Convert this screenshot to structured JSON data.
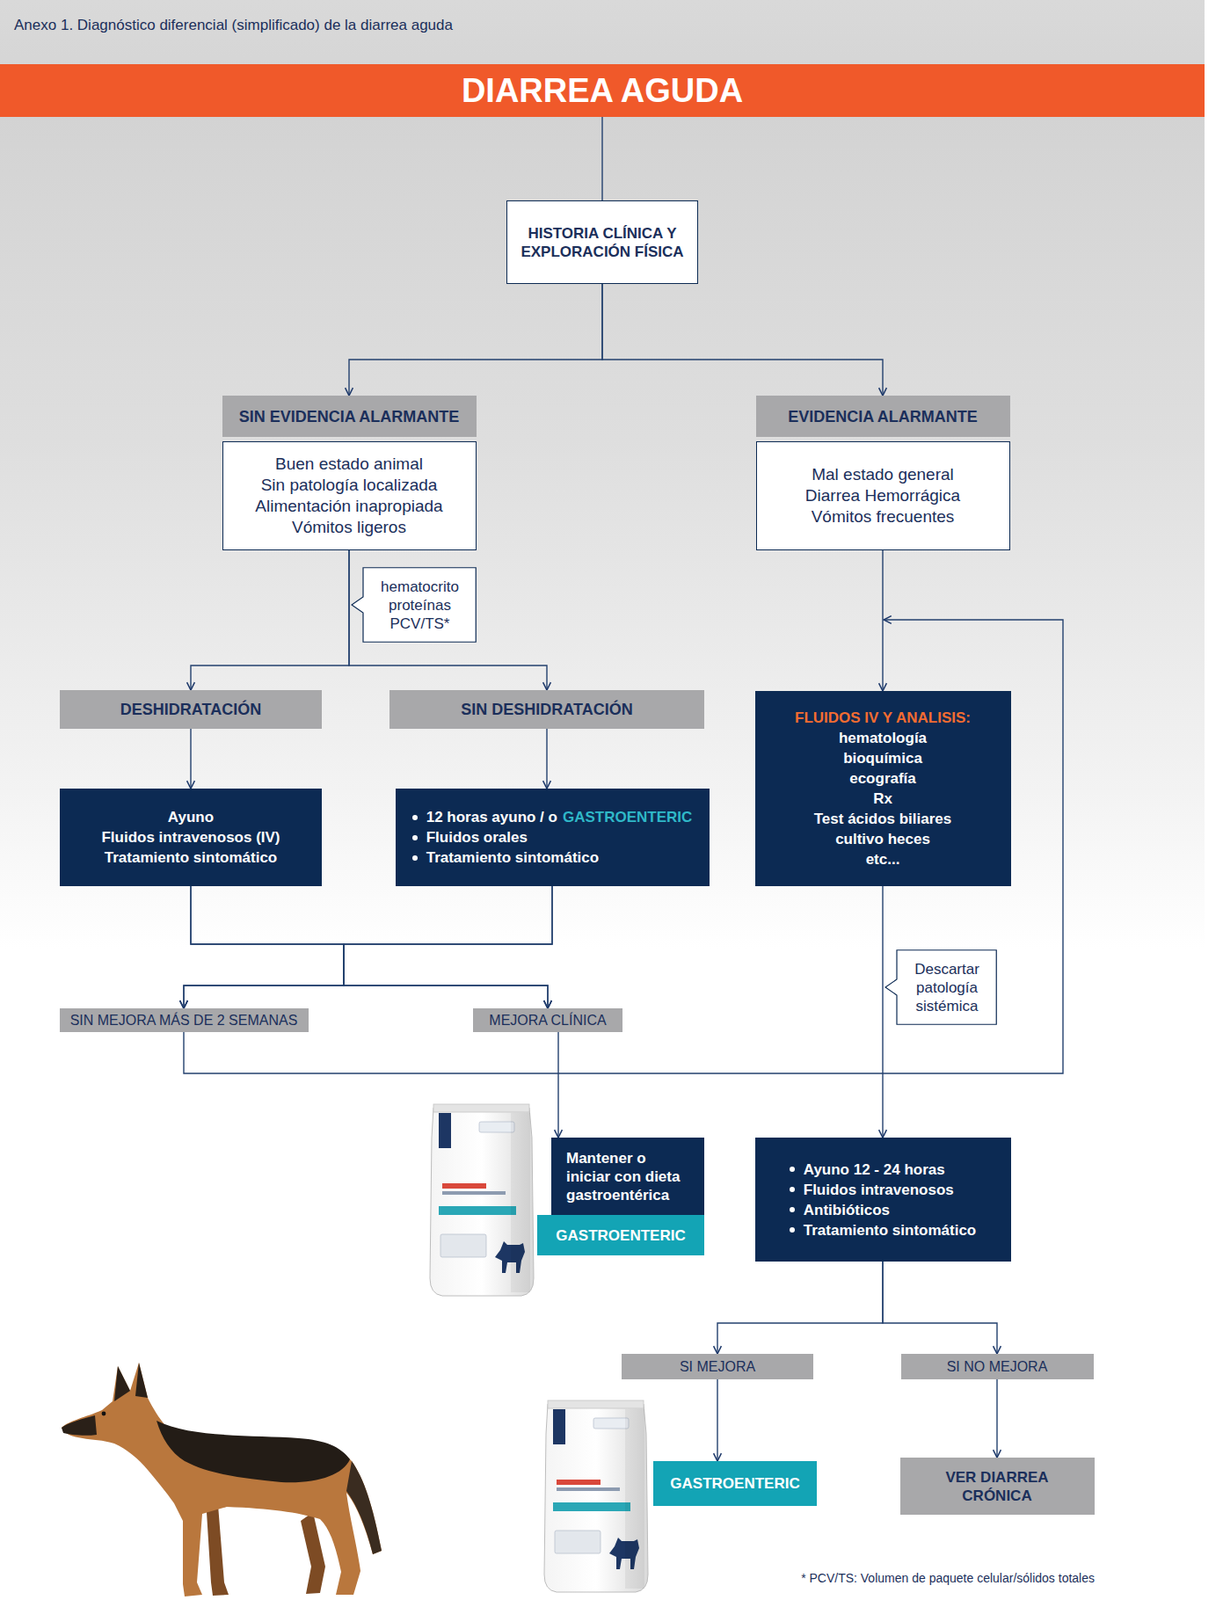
{
  "diagram": {
    "title": "Anexo 1. Diagnóstico diferencial (simplificado) de la diarrea aguda",
    "nodes": [
      {
        "text": [
          "DIARREA AGUDA"
        ]
      },
      {
        "text": [
          "HISTORIA CLÍNICA Y EXPLORACIÓN FÍSICA"
        ]
      },
      {
        "text": [
          "SIN EVIDENCIA ALARMANTE",
          "Buen estado animal",
          "Sin patología localizada",
          "Alimentación inapropiada",
          "Vómitos ligeros"
        ]
      },
      {
        "text": [
          "EVIDENCIA ALARMANTE",
          "Mal estado general",
          "Diarrea Hemorrágica",
          "Vómitos frecuentes"
        ]
      },
      {
        "text": [
          "hematocrito proteínas PCV/TS*"
        ]
      },
      {
        "text": [
          "DESHIDRATACIÓN"
        ]
      },
      {
        "text": [
          "SIN DESHIDRATACIÓN"
        ]
      },
      {
        "text": [
          "FLUIDOS IV Y ANALISIS:",
          "hematología",
          "bioquímica",
          "ecografía",
          "Rx",
          "Test ácidos biliares",
          "cultivo heces",
          "etc..."
        ]
      },
      {
        "text": [
          "Ayuno",
          "Fluidos intravenosos (IV)",
          "Tratamiento sintomático"
        ]
      },
      {
        "text": [
          "12 horas ayuno / o",
          "GASTROENTERIC",
          "Fluidos orales",
          "Tratamiento sintomático"
        ]
      },
      {
        "text": [
          "Descartar patología sistémica"
        ]
      },
      {
        "text": [
          "SIN MEJORA MÁS DE 2 SEMANAS"
        ]
      },
      {
        "text": [
          "MEJORA CLÍNICA"
        ]
      },
      {
        "text": [
          "Mantener o iniciar con dieta gastroentérica"
        ]
      },
      {
        "text": [
          "GASTROENTERIC"
        ]
      },
      {
        "text": [
          "Ayuno 12 - 24 horas",
          "Fluidos intravenosos",
          "Antibióticos",
          "Tratamiento sintomático"
        ]
      },
      {
        "text": [
          "SI MEJORA"
        ]
      },
      {
        "text": [
          "SI NO MEJORA"
        ]
      },
      {
        "text": [
          "GASTROENTERIC"
        ]
      },
      {
        "text": [
          "VER DIARREA CRÓNICA"
        ]
      }
    ],
    "edges": [
      {
        "from": 0,
        "to": 1,
        "arrow": "none"
      },
      {
        "from": 1,
        "to": 2,
        "arrow": "to"
      },
      {
        "from": 1,
        "to": 3,
        "arrow": "to"
      },
      {
        "from": 2,
        "to": 5,
        "arrow": "to"
      },
      {
        "from": 2,
        "to": 6,
        "arrow": "to"
      },
      {
        "from": 3,
        "to": 7,
        "arrow": "to"
      },
      {
        "from": 5,
        "to": 8,
        "arrow": "to"
      },
      {
        "from": 6,
        "to": 9,
        "arrow": "to"
      },
      {
        "from": 8,
        "to": 11,
        "arrow": "to"
      },
      {
        "from": 8,
        "to": 12,
        "arrow": "to"
      },
      {
        "from": 9,
        "to": 11,
        "arrow": "to"
      },
      {
        "from": 9,
        "to": 12,
        "arrow": "to"
      },
      {
        "from": 11,
        "to": 7,
        "arrow": "to"
      },
      {
        "from": 12,
        "to": 13,
        "arrow": "to"
      },
      {
        "from": 7,
        "to": 15,
        "arrow": "to"
      },
      {
        "from": 15,
        "to": 16,
        "arrow": "to"
      },
      {
        "from": 15,
        "to": 17,
        "arrow": "to"
      },
      {
        "from": 16,
        "to": 18,
        "arrow": "to"
      },
      {
        "from": 17,
        "to": 19,
        "arrow": "to"
      }
    ],
    "labels": [
      "* PCV/TS: Volumen de paquete celular/sólidos totales"
    ]
  }
}
